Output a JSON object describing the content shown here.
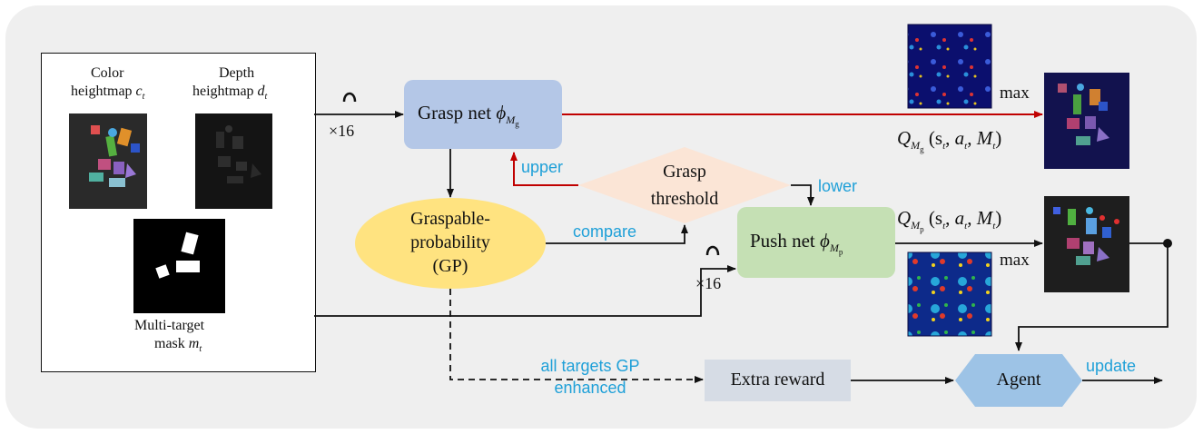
{
  "input_panel": {
    "color_line1": "Color",
    "color_line2": "heightmap",
    "color_var": "c",
    "color_sub": "t",
    "depth_line1": "Depth",
    "depth_line2": "heightmap",
    "depth_var": "d",
    "depth_sub": "t",
    "mask_line1": "Multi-target",
    "mask_line2": "mask",
    "mask_var": "m",
    "mask_sub": "t"
  },
  "rotations": "×16",
  "grasp_net": {
    "label": "Grasp net",
    "phi": "ϕ",
    "sub": "M",
    "subsub": "g"
  },
  "push_net": {
    "label": "Push net",
    "phi": "ϕ",
    "sub": "M",
    "subsub": "p"
  },
  "gp": {
    "line1": "Graspable-",
    "line2": "probability",
    "line3": "(GP)"
  },
  "threshold": {
    "line1": "Grasp",
    "line2": "threshold"
  },
  "edges": {
    "upper": "upper",
    "lower": "lower",
    "compare": "compare",
    "all_targets_line1": "all targets GP",
    "all_targets_line2": "enhanced",
    "update": "update"
  },
  "max_label": "max",
  "q_grasp": {
    "Q": "Q",
    "sub": "M",
    "subsub": "g",
    "args": "(s",
    "a": "a",
    "m": "M",
    "t": "t"
  },
  "q_push": {
    "Q": "Q",
    "sub": "M",
    "subsub": "p",
    "args": "(s",
    "a": "a",
    "m": "M",
    "t": "t"
  },
  "extra_reward": "Extra reward",
  "agent": "Agent",
  "colors": {
    "grasp_fill": "#b4c7e7",
    "push_fill": "#c5e0b4",
    "gp_fill": "#ffe380",
    "threshold_fill": "#fbe5d6",
    "reward_fill": "#d6dce5",
    "agent_fill": "#9dc3e6",
    "red_arrow": "#c00000",
    "blue_text": "#1fa0d8"
  }
}
